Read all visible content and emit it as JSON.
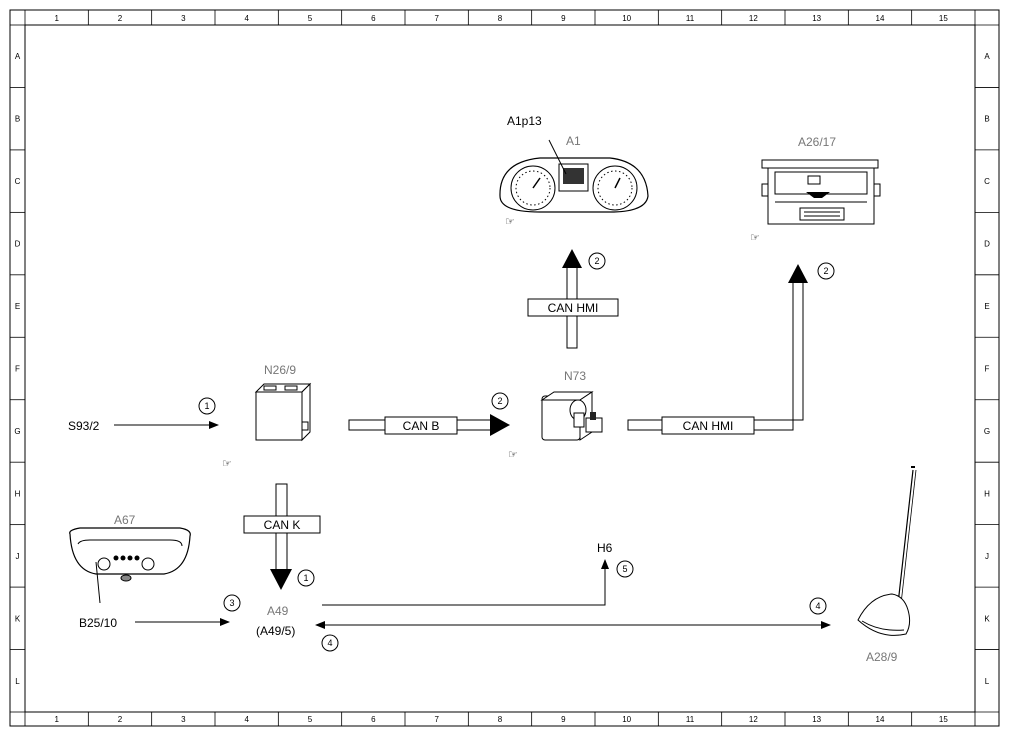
{
  "grid": {
    "columns": [
      "1",
      "2",
      "3",
      "4",
      "5",
      "6",
      "7",
      "8",
      "9",
      "10",
      "11",
      "12",
      "13",
      "14",
      "15"
    ],
    "rows": [
      "A",
      "B",
      "C",
      "D",
      "E",
      "F",
      "G",
      "H",
      "J",
      "K",
      "L"
    ]
  },
  "components": {
    "a1p13": "A1p13",
    "a1": "A1",
    "a26_17": "A26/17",
    "n26_9": "N26/9",
    "n73": "N73",
    "s93_2": "S93/2",
    "a67": "A67",
    "b25_10": "B25/10",
    "a49": "A49",
    "a49_5": "(A49/5)",
    "h6": "H6",
    "a28_9": "A28/9"
  },
  "buses": {
    "can_hmi_vertical": "CAN HMI",
    "can_b": "CAN B",
    "can_hmi_horizontal": "CAN HMI",
    "can_k": "CAN K"
  },
  "markers": {
    "m_s93": "1",
    "m_cank": "1",
    "m_canb": "2",
    "m_a1": "2",
    "m_a26": "2",
    "m_b25": "3",
    "m_a28": "4",
    "m_a49": "4",
    "m_h6": "5"
  }
}
